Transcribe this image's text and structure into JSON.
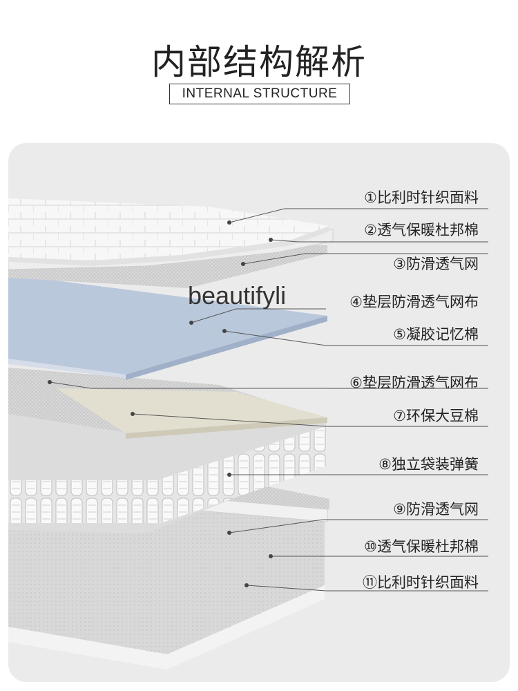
{
  "header": {
    "title": "内部结构解析",
    "subtitle": "INTERNAL STRUCTURE"
  },
  "watermark": "beautifyli",
  "layers": [
    {
      "label": "①比利时针织面料"
    },
    {
      "label": "②透气保暖杜邦棉"
    },
    {
      "label": "③防滑透气网"
    },
    {
      "label": "④垫层防滑透气网布"
    },
    {
      "label": "⑤凝胶记忆棉"
    },
    {
      "label": "⑥垫层防滑透气网布"
    },
    {
      "label": "⑦环保大豆棉"
    },
    {
      "label": "⑧独立袋装弹簧"
    },
    {
      "label": "⑨防滑透气网"
    },
    {
      "label": "⑩透气保暖杜邦棉"
    },
    {
      "label": "⑪比利时针织面料"
    }
  ],
  "colors": {
    "panel": "#ebebeb",
    "gel_layer": "#b9c8dc",
    "soy_layer": "#e3dfd0",
    "fabric": "#f6f6f6",
    "leader_line": "#555555"
  }
}
